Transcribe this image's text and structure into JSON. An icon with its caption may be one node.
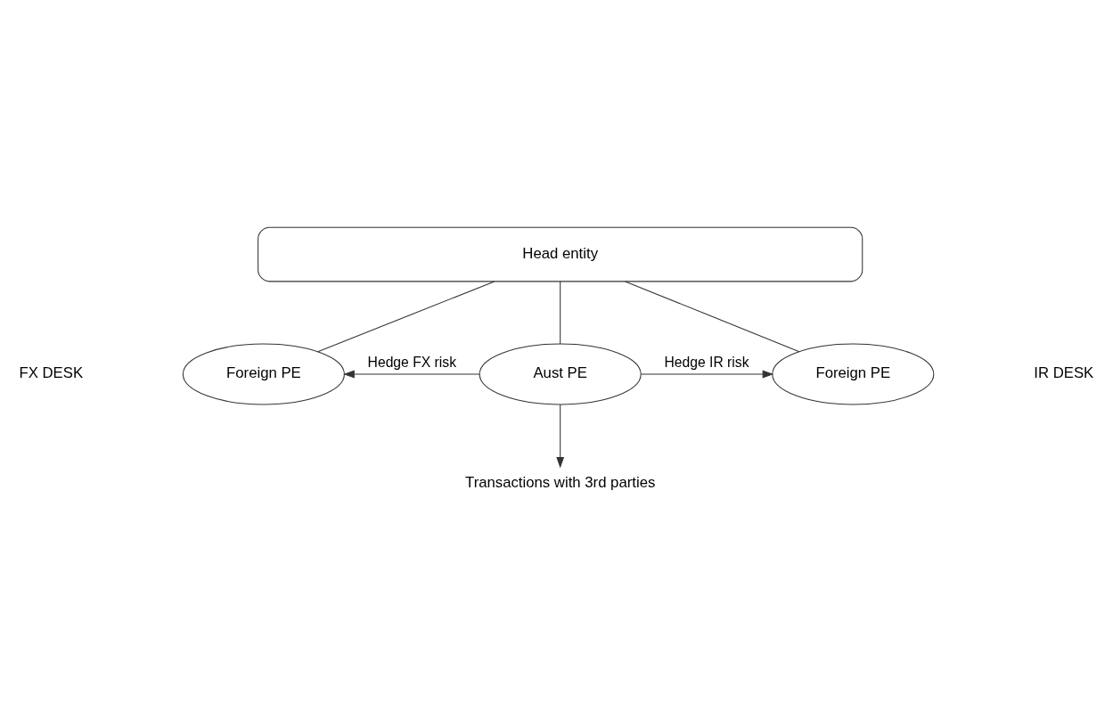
{
  "diagram": {
    "nodes": [
      {
        "text": [
          "Head entity"
        ]
      },
      {
        "text": [
          "Foreign PE"
        ]
      },
      {
        "text": [
          "Aust PE"
        ]
      },
      {
        "text": [
          "Foreign PE"
        ]
      },
      {
        "text": [
          "Transactions with 3rd parties"
        ]
      }
    ],
    "edges": [
      {
        "from": 0,
        "to": 1,
        "arrow": "none"
      },
      {
        "from": 0,
        "to": 2,
        "arrow": "none"
      },
      {
        "from": 0,
        "to": 3,
        "arrow": "none"
      },
      {
        "from": 2,
        "to": 1,
        "arrow": "to",
        "label": "Hedge FX risk"
      },
      {
        "from": 2,
        "to": 3,
        "arrow": "to",
        "label": "Hedge IR risk"
      },
      {
        "from": 2,
        "to": 4,
        "arrow": "to"
      }
    ],
    "labels": [
      "FX DESK",
      "IR DESK"
    ]
  }
}
